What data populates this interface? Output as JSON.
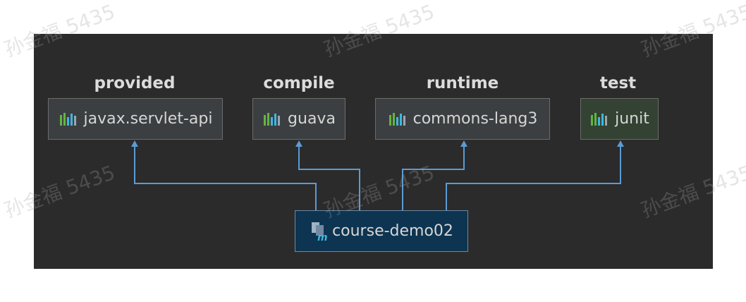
{
  "scopes": [
    "provided",
    "compile",
    "runtime",
    "test"
  ],
  "dependencies": [
    {
      "name": "javax.servlet-api",
      "scope": "provided"
    },
    {
      "name": "guava",
      "scope": "compile"
    },
    {
      "name": "commons-lang3",
      "scope": "runtime"
    },
    {
      "name": "junit",
      "scope": "test"
    }
  ],
  "module": {
    "name": "course-demo02"
  },
  "watermark": "孙金福 5435",
  "colors": {
    "background": "#2b2b2b",
    "edge": "#5b9bd5",
    "box": "#3c3f41",
    "test_box": "#334233",
    "module_box": "#0d3450"
  },
  "icons": {
    "library": "library-icon",
    "module": "maven-module-icon"
  }
}
